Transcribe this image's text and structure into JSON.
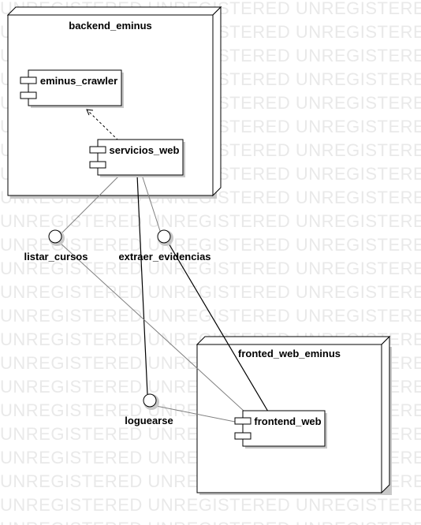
{
  "watermark": {
    "text": "UNREGISTERED UNREGISTERED UNREGISTERED UNREGISTERED"
  },
  "nodes": {
    "backend": {
      "title": "backend_eminus"
    },
    "frontend": {
      "title": "fronted_web_eminus"
    }
  },
  "components": {
    "crawler": {
      "label": "eminus_crawler"
    },
    "servicios": {
      "label": "servicios_web"
    },
    "frontend_web": {
      "label": "frontend_web"
    }
  },
  "interfaces": {
    "listar": {
      "label": "listar_cursos"
    },
    "extraer": {
      "label": "extraer_evidencias"
    },
    "loguearse": {
      "label": "loguearse"
    }
  },
  "colors": {
    "line": "#000000",
    "watermark": "#e9e9e9",
    "shadow": "#c8c8c8"
  }
}
